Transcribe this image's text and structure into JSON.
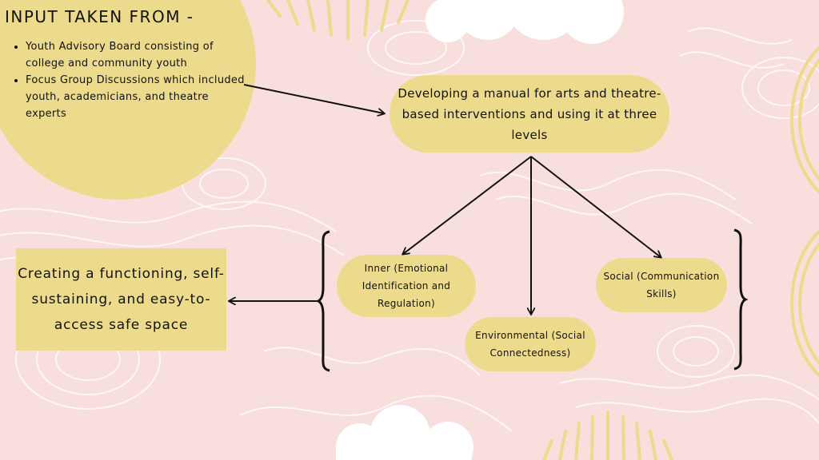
{
  "input": {
    "title": "INPUT TAKEN FROM -",
    "items": [
      "Youth Advisory Board consisting of college and community youth",
      "Focus Group Discussions which included youth, academicians, and theatre experts"
    ]
  },
  "center": {
    "label": "Developing a manual for arts and theatre-based interventions and using it at three levels"
  },
  "levels": {
    "inner": "Inner (Emotional Identification and Regulation)",
    "social": "Social (Communication Skills)",
    "environmental": "Environmental (Social Connectedness)"
  },
  "outcome": {
    "label": "Creating a functioning, self-sustaining, and easy-to-access safe space"
  },
  "colors": {
    "background": "#f9dede",
    "box_fill": "#ecdb8c",
    "sun_rays": "#ecdb8c",
    "cloud": "#ffffff",
    "ink": "#111111"
  }
}
